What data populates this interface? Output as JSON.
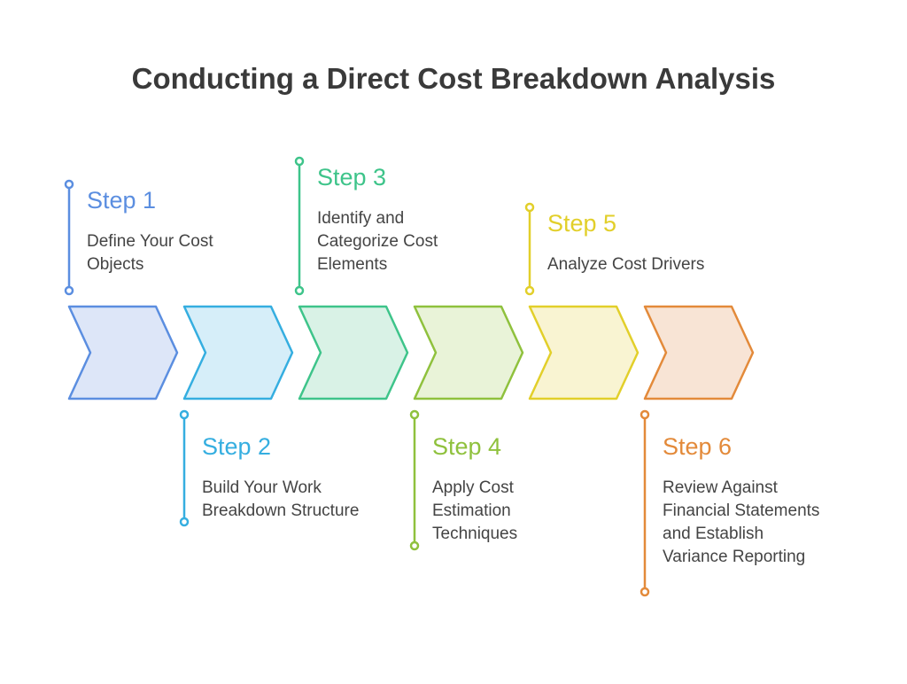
{
  "title": "Conducting a Direct Cost Breakdown Analysis",
  "steps": [
    {
      "label": "Step 1",
      "description": "Define Your Cost Objects",
      "stroke": "#5b8ee0",
      "fill": "#dde6f8"
    },
    {
      "label": "Step 2",
      "description": "Build Your Work Breakdown Structure",
      "stroke": "#35aee0",
      "fill": "#d6eef9"
    },
    {
      "label": "Step 3",
      "description": "Identify and Categorize Cost Elements",
      "stroke": "#3ec48a",
      "fill": "#d9f2e6"
    },
    {
      "label": "Step 4",
      "description": "Apply Cost Estimation Techniques",
      "stroke": "#8fc13d",
      "fill": "#e9f3d8"
    },
    {
      "label": "Step 5",
      "description": "Analyze Cost Drivers",
      "stroke": "#e2cf2a",
      "fill": "#f9f4d2"
    },
    {
      "label": "Step 6",
      "description": "Review Against Financial Statements and Establish Variance Reporting",
      "stroke": "#e38a3a",
      "fill": "#f8e4d5"
    }
  ]
}
